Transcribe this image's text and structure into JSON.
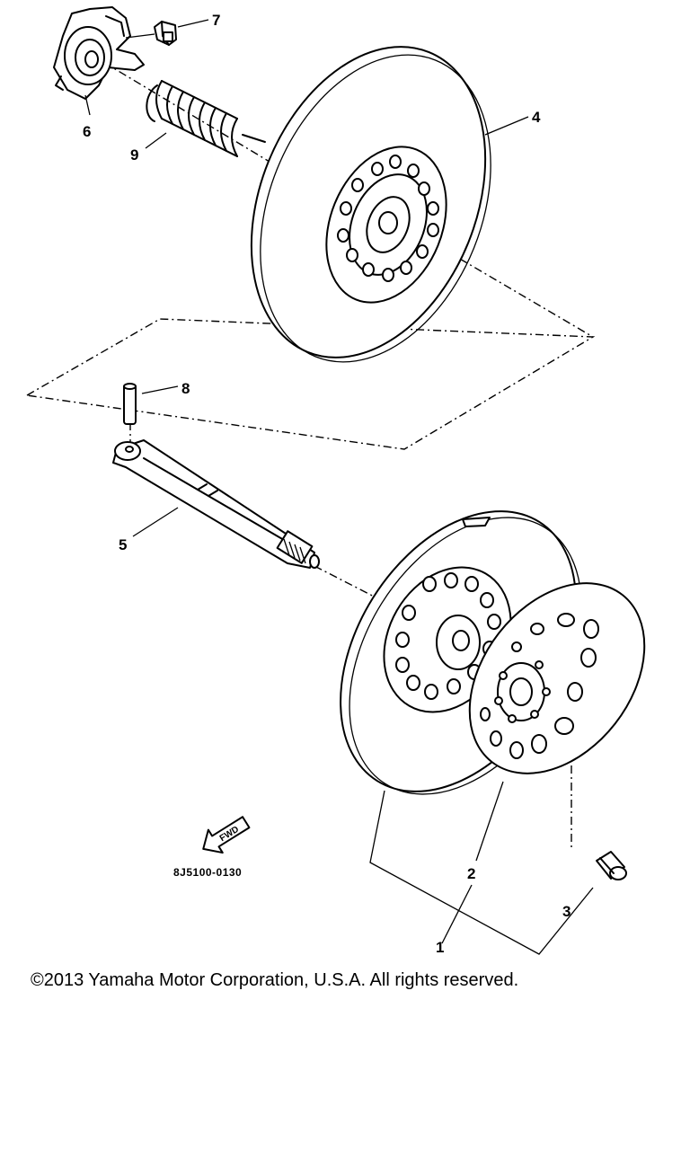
{
  "callouts": {
    "c1": "1",
    "c2": "2",
    "c3": "3",
    "c4": "4",
    "c5": "5",
    "c6": "6",
    "c7": "7",
    "c8": "8",
    "c9": "9"
  },
  "fwd_label": "FWD",
  "diagram_code": "8J5100-0130",
  "copyright": "©2013 Yamaha Motor Corporation, U.S.A. All rights reserved."
}
